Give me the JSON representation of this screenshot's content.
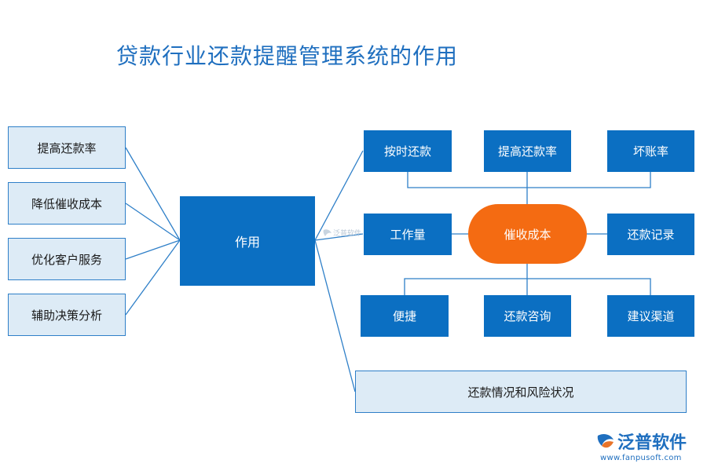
{
  "title": "贷款行业还款提醒管理系统的作用",
  "left_items": [
    "提高还款率",
    "降低催收成本",
    "优化客户服务",
    "辅助决策分析"
  ],
  "center": "作用",
  "grid": {
    "top": [
      "按时还款",
      "提高还款率",
      "坏账率"
    ],
    "middle_left": "工作量",
    "hub": "催收成本",
    "middle_right": "还款记录",
    "bottom": [
      "便捷",
      "还款咨询",
      "建议渠道"
    ]
  },
  "bottom_box": "还款情况和风险状况",
  "watermark": "泛普软件",
  "logo": {
    "name": "泛普软件",
    "url": "www.fanpusoft.com"
  },
  "colors": {
    "title": "#1f6fbf",
    "blue_box": "#0b6fc2",
    "light_box": "#ddebf6",
    "hub": "#f46b12",
    "line": "#2e7fc8"
  }
}
